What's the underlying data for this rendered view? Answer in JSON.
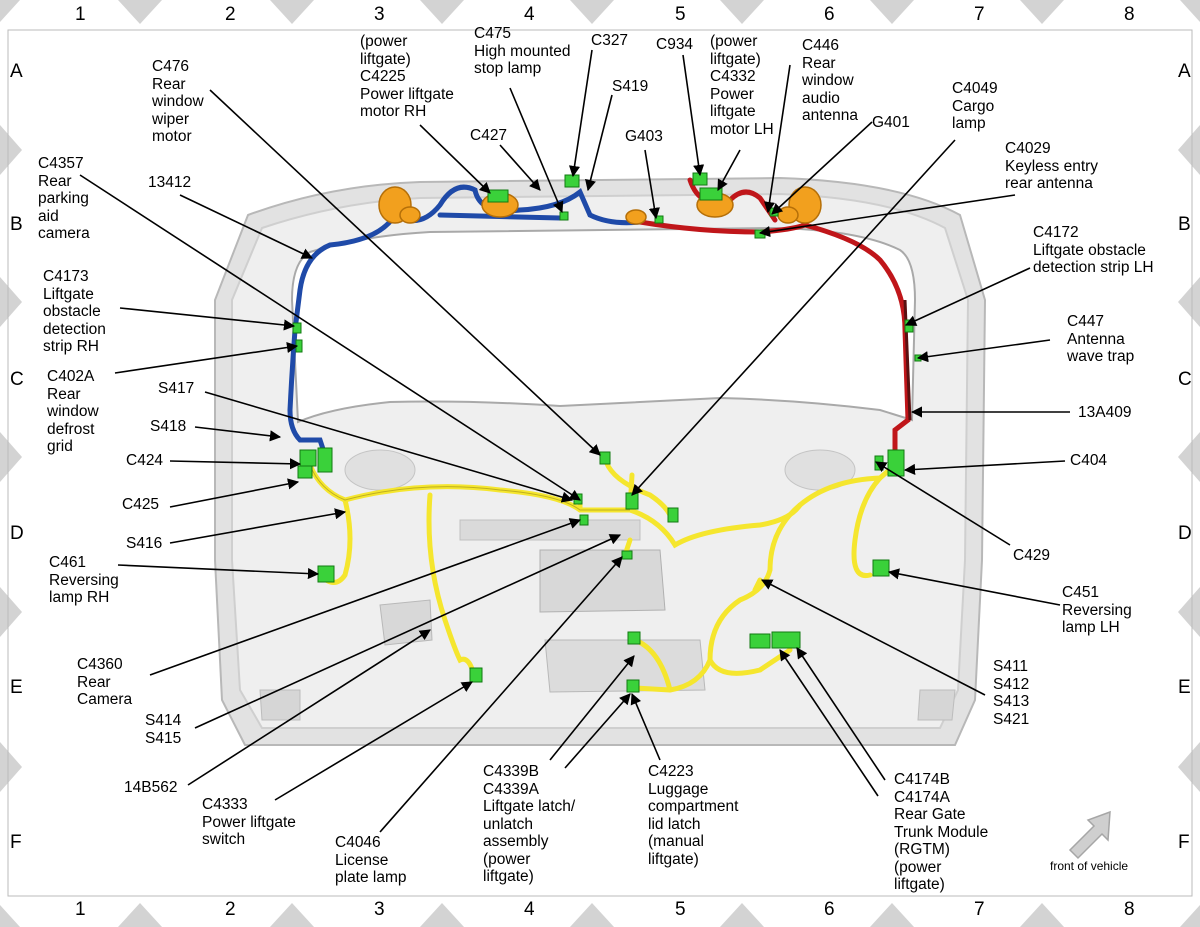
{
  "grid": {
    "columns": [
      "1",
      "2",
      "3",
      "4",
      "5",
      "6",
      "7",
      "8"
    ],
    "rows": [
      "A",
      "B",
      "C",
      "D",
      "E",
      "F"
    ]
  },
  "colors": {
    "harness_rh": "#1f4aa8",
    "harness_lh": "#c0161a",
    "harness_main": "#f5e62e",
    "connector": "#3ad13a",
    "grommet": "#f2a01e",
    "frame": "#c9c9c9",
    "border_chevron": "#d0d0d0"
  },
  "direction_indicator": {
    "label": "front of vehicle",
    "icon": "arrow-icon"
  },
  "labels": [
    {
      "id": "C476",
      "text": "C476\nRear\nwindow\nwiper\nmotor"
    },
    {
      "id": "C4225",
      "text": "(power\nliftgate)\nC4225\nPower liftgate\nmotor RH"
    },
    {
      "id": "C475",
      "text": "C475\nHigh mounted\nstop lamp"
    },
    {
      "id": "C327",
      "text": "C327"
    },
    {
      "id": "S419",
      "text": "S419"
    },
    {
      "id": "C427",
      "text": "C427"
    },
    {
      "id": "G403",
      "text": "G403"
    },
    {
      "id": "C934",
      "text": "C934"
    },
    {
      "id": "C4332",
      "text": "(power\nliftgate)\nC4332\nPower\nliftgate\nmotor LH"
    },
    {
      "id": "C446",
      "text": "C446\nRear\nwindow\naudio\nantenna"
    },
    {
      "id": "G401",
      "text": "G401"
    },
    {
      "id": "C4049",
      "text": "C4049\nCargo\nlamp"
    },
    {
      "id": "C4029",
      "text": "C4029\nKeyless entry\nrear antenna"
    },
    {
      "id": "C4357",
      "text": "C4357\nRear\nparking\naid\ncamera"
    },
    {
      "id": "13412",
      "text": "13412"
    },
    {
      "id": "C4172",
      "text": "C4172\nLiftgate obstacle\ndetection strip LH"
    },
    {
      "id": "C4173",
      "text": "C4173\nLiftgate\nobstacle\ndetection\nstrip RH"
    },
    {
      "id": "C447",
      "text": "C447\nAntenna\nwave trap"
    },
    {
      "id": "C402A",
      "text": "C402A\nRear\nwindow\ndefrost\ngrid"
    },
    {
      "id": "S417",
      "text": "S417"
    },
    {
      "id": "13A409",
      "text": "13A409"
    },
    {
      "id": "S418",
      "text": "S418"
    },
    {
      "id": "C424",
      "text": "C424"
    },
    {
      "id": "C404",
      "text": "C404"
    },
    {
      "id": "C425",
      "text": "C425"
    },
    {
      "id": "S416",
      "text": "S416"
    },
    {
      "id": "C429",
      "text": "C429"
    },
    {
      "id": "C461",
      "text": "C461\nReversing\nlamp RH"
    },
    {
      "id": "C451",
      "text": "C451\nReversing\nlamp LH"
    },
    {
      "id": "C4360",
      "text": "C4360\nRear\nCamera"
    },
    {
      "id": "S411",
      "text": "S411\nS412\nS413\nS421"
    },
    {
      "id": "S414",
      "text": "S414\nS415"
    },
    {
      "id": "14B562",
      "text": "14B562"
    },
    {
      "id": "C4333",
      "text": "C4333\nPower liftgate\nswitch"
    },
    {
      "id": "C4339",
      "text": "C4339B\nC4339A\nLiftgate latch/\nunlatch\nassembly\n(power\nliftgate)"
    },
    {
      "id": "C4223",
      "text": "C4223\nLuggage\ncompartment\nlid latch\n(manual\nliftgate)"
    },
    {
      "id": "C4174",
      "text": "C4174B\nC4174A\nRear Gate\nTrunk Module\n(RGTM)\n(power\nliftgate)"
    },
    {
      "id": "C4046",
      "text": "C4046\nLicense\nplate lamp"
    }
  ]
}
